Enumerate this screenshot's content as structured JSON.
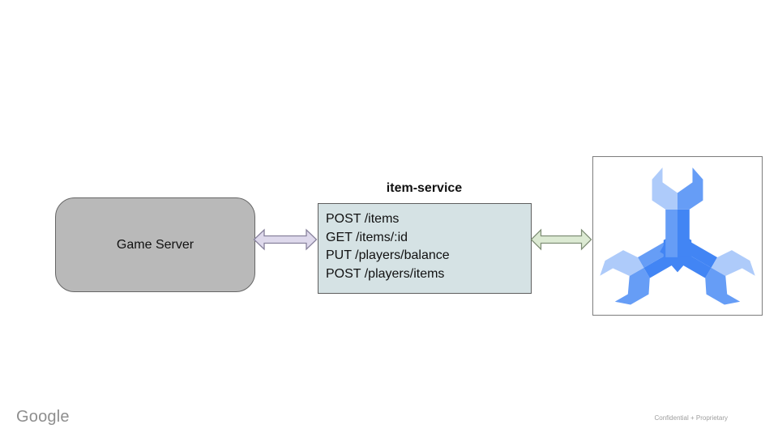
{
  "slide": {
    "footer": {
      "logo": "Google",
      "confidential": "Confidential + Proprietary"
    },
    "diagram": {
      "game_server": {
        "label": "Game Server",
        "fill": "#b9b9b9",
        "border": "#666666"
      },
      "item_service": {
        "title": "item-service",
        "endpoints": [
          "POST /items",
          "GET /items/:id",
          "PUT /players/balance",
          "POST /players/items"
        ],
        "fill": "#d5e2e4",
        "border": "#5e5e5e"
      },
      "arrow_left": {
        "fill": "#ded9ec",
        "stroke": "#87819c"
      },
      "arrow_right": {
        "fill": "#dcead3",
        "stroke": "#7f8e76"
      },
      "database_icon": {
        "icon": "cloud-memorystore-icon",
        "light": "#aecbfa",
        "medium": "#669df6",
        "dark": "#4285f4",
        "box_border": "#7d7d7d"
      }
    }
  }
}
